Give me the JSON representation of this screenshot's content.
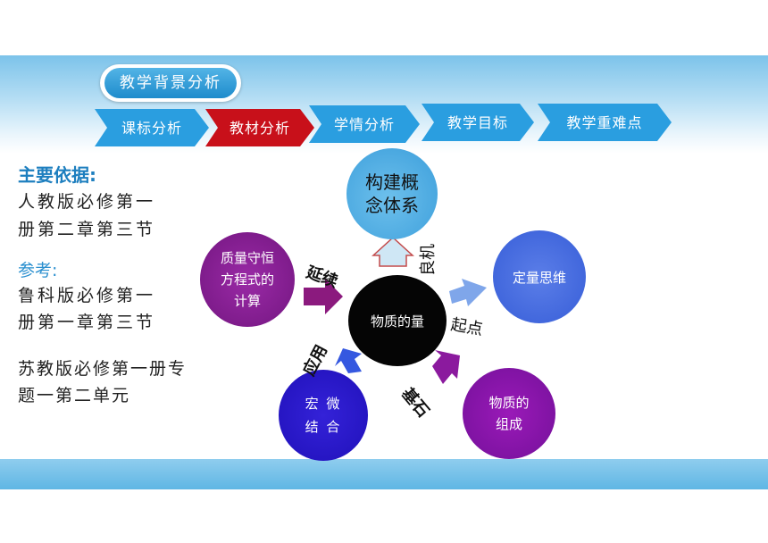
{
  "section_title": "教学背景分析",
  "tabs": [
    {
      "label": "课标分析",
      "color": "#2a9ee0"
    },
    {
      "label": "教材分析",
      "color": "#c8101a"
    },
    {
      "label": "学情分析",
      "color": "#2a9ee0"
    },
    {
      "label": "教学目标",
      "color": "#2a9ee0"
    },
    {
      "label": "教学重难点",
      "color": "#2a9ee0"
    }
  ],
  "left": {
    "main_basis_heading": "主要依据:",
    "main_basis_lines": [
      "人教版必修第一",
      "册第二章第三节"
    ],
    "reference_heading": "参考:",
    "reference_lines": [
      "鲁科版必修第一",
      "册第一章第三节"
    ],
    "extra_lines": [
      "苏教版必修第一册专",
      "题一第二单元"
    ]
  },
  "diagram": {
    "center": "物质的量",
    "top": [
      "构建概",
      "念体系"
    ],
    "right": "定量思维",
    "left": [
      "质量守恒",
      "方程式的",
      "计算"
    ],
    "bottom_left": [
      "宏 微",
      "结 合"
    ],
    "bottom_right": [
      "物质的",
      "组成"
    ],
    "relations": {
      "top": "良机",
      "right": "起点",
      "left": "延续",
      "bottom_left": "应用",
      "bottom_right": "基石"
    }
  },
  "colors": {
    "tab_blue": "#2a9ee0",
    "tab_red": "#c8101a",
    "heading_blue": "#1e7fbf",
    "purple": "#8b1a9e",
    "blue_circle": "#3866e0",
    "violet": "#2b17c9"
  }
}
